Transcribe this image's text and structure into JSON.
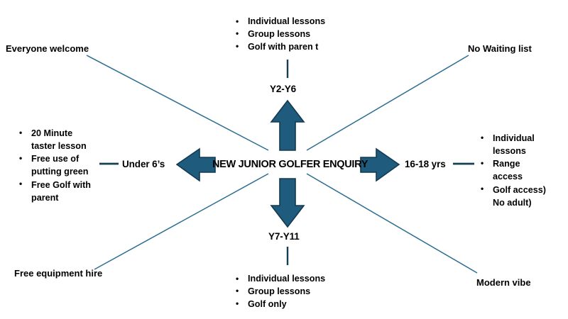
{
  "diagram": {
    "type": "radial-mind-map",
    "center": {
      "label": "NEW JUNIOR GOLFER ENQUIRY"
    },
    "colors": {
      "arrow_fill": "#1F5B7D",
      "arrow_stroke": "#133A52",
      "line": "#2C6E91",
      "text": "#000000",
      "background": "#FFFFFF"
    },
    "branches": [
      {
        "id": "up",
        "direction": "up",
        "label": "Y2-Y6",
        "bullets": [
          "Individual lessons",
          "Group lessons",
          "Golf with paren t"
        ]
      },
      {
        "id": "left",
        "direction": "left",
        "label": "Under 6’s",
        "bullets": [
          "20 Minute taster lesson",
          "Free use of putting green",
          "Free Golf with parent"
        ]
      },
      {
        "id": "right",
        "direction": "right",
        "label": "16-18 yrs",
        "bullets": [
          "Individual lessons",
          "Range access",
          "Golf access) No adult)"
        ]
      },
      {
        "id": "down",
        "direction": "down",
        "label": "Y7-Y11",
        "bullets": [
          "Individual lessons",
          "Group lessons",
          "Golf only"
        ]
      }
    ],
    "corner_labels": [
      {
        "id": "top-left",
        "text": "Everyone welcome"
      },
      {
        "id": "top-right",
        "text": "No Waiting list"
      },
      {
        "id": "bottom-left",
        "text": "Free equipment hire"
      },
      {
        "id": "bottom-right",
        "text": "Modern vibe"
      }
    ]
  }
}
